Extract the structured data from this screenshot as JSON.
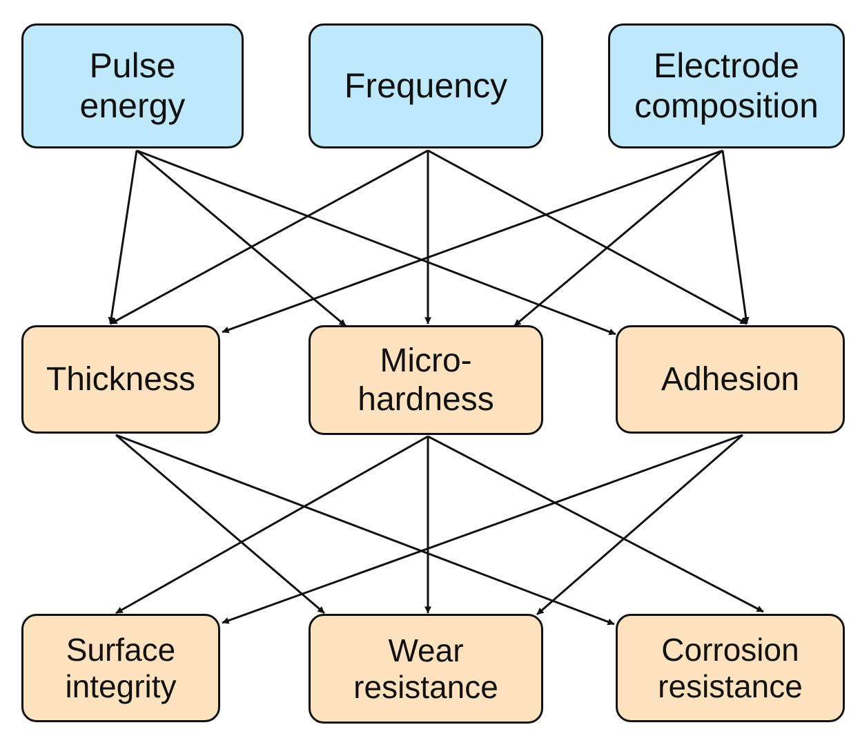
{
  "colors": {
    "parameter_fill": "#bfe8fb",
    "property_fill": "#fde2bf",
    "stroke": "#111111"
  },
  "parameters": {
    "pulse_energy": "Pulse\nenergy",
    "frequency": "Frequency",
    "electrode_composition": "Electrode\ncomposition"
  },
  "properties": {
    "thickness": "Thickness",
    "microhardness": "Micro-\nhardness",
    "adhesion": "Adhesion"
  },
  "performance": {
    "surface_integrity": "Surface\nintegrity",
    "wear_resistance": "Wear\nresistance",
    "corrosion_resistance": "Corrosion\nresistance"
  },
  "links": [
    {
      "from": "pulse_energy",
      "to": "thickness"
    },
    {
      "from": "pulse_energy",
      "to": "microhardness"
    },
    {
      "from": "pulse_energy",
      "to": "adhesion"
    },
    {
      "from": "frequency",
      "to": "thickness"
    },
    {
      "from": "frequency",
      "to": "microhardness"
    },
    {
      "from": "frequency",
      "to": "adhesion"
    },
    {
      "from": "electrode_composition",
      "to": "thickness"
    },
    {
      "from": "electrode_composition",
      "to": "microhardness"
    },
    {
      "from": "electrode_composition",
      "to": "adhesion"
    },
    {
      "from": "thickness",
      "to": "wear_resistance"
    },
    {
      "from": "thickness",
      "to": "corrosion_resistance"
    },
    {
      "from": "microhardness",
      "to": "surface_integrity"
    },
    {
      "from": "microhardness",
      "to": "wear_resistance"
    },
    {
      "from": "microhardness",
      "to": "corrosion_resistance"
    },
    {
      "from": "adhesion",
      "to": "surface_integrity"
    },
    {
      "from": "adhesion",
      "to": "wear_resistance"
    }
  ]
}
